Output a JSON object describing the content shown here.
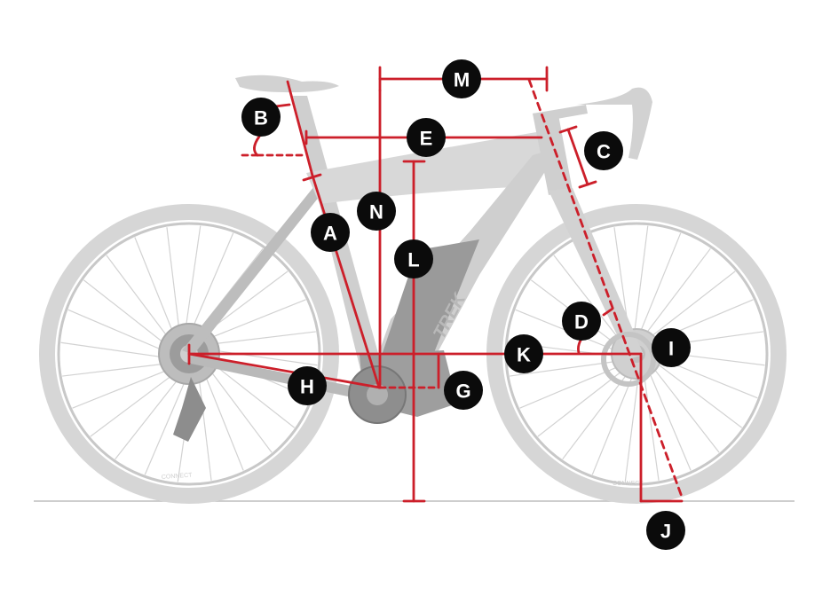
{
  "diagram": {
    "brand_logo_text": "TREK",
    "tire_sidewall_text": "CONNECT",
    "colors": {
      "measure_line": "#cc1f2a",
      "badge_fill": "#0b0b0b",
      "badge_text": "#ffffff",
      "bike_gray": "#c4c4c4",
      "bike_light": "#dcdcdc",
      "ground": "#bdbdbd"
    },
    "labels": [
      "A",
      "B",
      "C",
      "D",
      "E",
      "G",
      "H",
      "I",
      "J",
      "K",
      "L",
      "M",
      "N"
    ]
  }
}
